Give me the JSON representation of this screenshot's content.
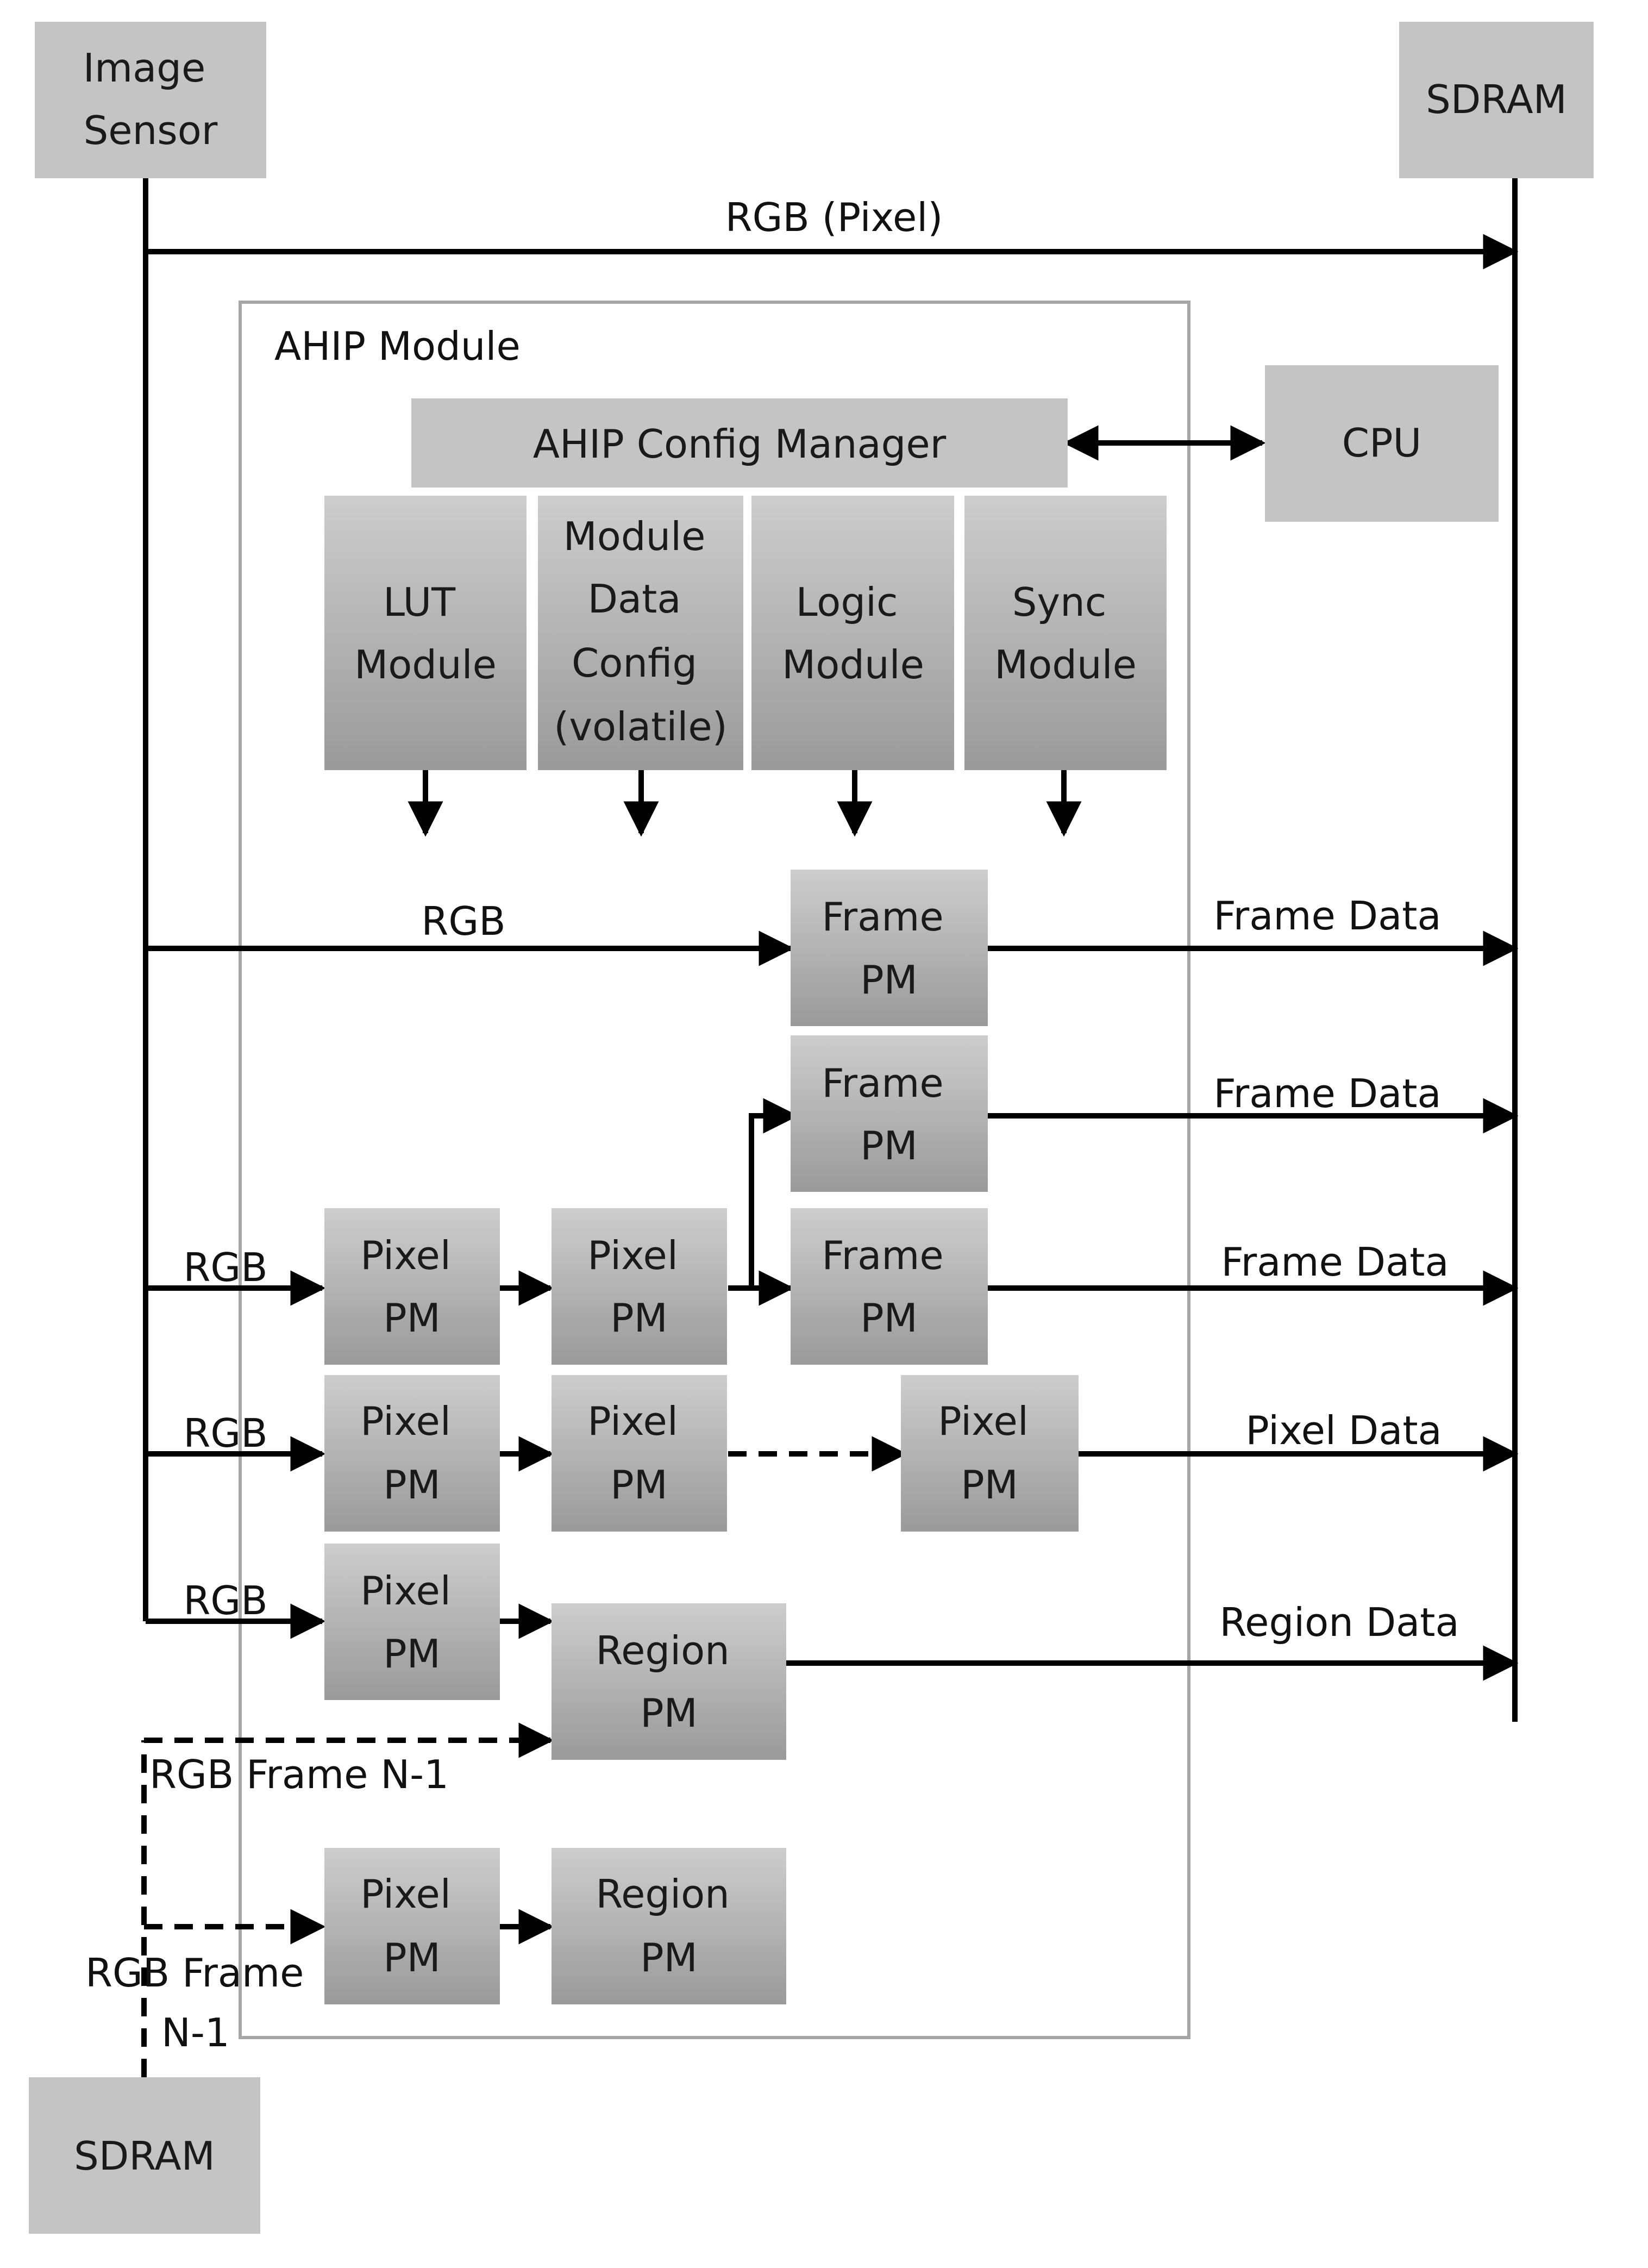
{
  "nodes": {
    "image_sensor": {
      "lines": [
        "Image",
        "Sensor"
      ]
    },
    "sdram_top": {
      "lines": [
        "SDRAM"
      ]
    },
    "sdram_bottom": {
      "lines": [
        "SDRAM"
      ]
    },
    "cpu": {
      "lines": [
        "CPU"
      ]
    },
    "ahip_module": {
      "label": "AHIP Module"
    },
    "ahip_config_manager": {
      "lines": [
        "AHIP Config Manager"
      ]
    },
    "lut_module": {
      "lines": [
        "LUT",
        "Module"
      ]
    },
    "module_data_config": {
      "lines": [
        "Module",
        "Data",
        "Config",
        "(volatile)"
      ]
    },
    "logic_module": {
      "lines": [
        "Logic",
        "Module"
      ]
    },
    "sync_module": {
      "lines": [
        "Sync",
        "Module"
      ]
    },
    "frame_pm_1": {
      "lines": [
        "Frame",
        "PM"
      ]
    },
    "frame_pm_2": {
      "lines": [
        "Frame",
        "PM"
      ]
    },
    "frame_pm_3": {
      "lines": [
        "Frame",
        "PM"
      ]
    },
    "pixel_pm_r1_a": {
      "lines": [
        "Pixel",
        "PM"
      ]
    },
    "pixel_pm_r1_b": {
      "lines": [
        "Pixel",
        "PM"
      ]
    },
    "pixel_pm_r2_a": {
      "lines": [
        "Pixel",
        "PM"
      ]
    },
    "pixel_pm_r2_b": {
      "lines": [
        "Pixel",
        "PM"
      ]
    },
    "pixel_pm_r2_c": {
      "lines": [
        "Pixel",
        "PM"
      ]
    },
    "pixel_pm_r3_a": {
      "lines": [
        "Pixel",
        "PM"
      ]
    },
    "region_pm_1": {
      "lines": [
        "Region",
        "PM"
      ]
    },
    "pixel_pm_r4_a": {
      "lines": [
        "Pixel",
        "PM"
      ]
    },
    "region_pm_2": {
      "lines": [
        "Region",
        "PM"
      ]
    }
  },
  "edge_labels": {
    "rgb_pixel": "RGB (Pixel)",
    "rgb_frame_row": "RGB",
    "frame_data_1": "Frame Data",
    "frame_data_2": "Frame Data",
    "frame_data_3": "Frame Data",
    "rgb_row1": "RGB",
    "rgb_row2": "RGB",
    "rgb_row3": "RGB",
    "pixel_data": "Pixel Data",
    "region_data": "Region Data",
    "rgb_frame_n1_a": "RGB Frame N-1",
    "rgb_frame_n1_b_line1": "RGB Frame",
    "rgb_frame_n1_b_line2": "N-1"
  },
  "colors": {
    "box_top": "#c9c9c9",
    "box_bottom": "#9b9b9b",
    "box_flat": "#c4c4c4",
    "container_border": "#a6a6a6",
    "line": "#000000"
  }
}
